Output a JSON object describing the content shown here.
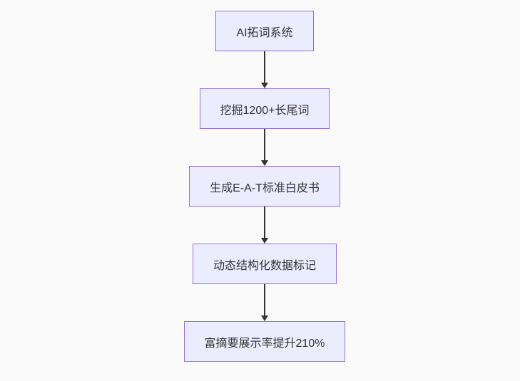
{
  "diagram": {
    "type": "flowchart",
    "direction": "top-down",
    "nodes": [
      {
        "id": "step-1",
        "label": "AI拓词系统"
      },
      {
        "id": "step-2",
        "label": "挖掘1200+长尾词"
      },
      {
        "id": "step-3",
        "label": "生成E-A-T标准白皮书"
      },
      {
        "id": "step-4",
        "label": "动态结构化数据标记"
      },
      {
        "id": "step-5",
        "label": "富摘要展示率提升210%"
      }
    ],
    "edges": [
      {
        "from": "step-1",
        "to": "step-2"
      },
      {
        "from": "step-2",
        "to": "step-3"
      },
      {
        "from": "step-3",
        "to": "step-4"
      },
      {
        "from": "step-4",
        "to": "step-5"
      }
    ],
    "colors": {
      "background": "#fafafa",
      "node_fill": "#ECECFF",
      "node_border": "#9370DB",
      "text": "#333333",
      "arrow": "#333333"
    }
  }
}
